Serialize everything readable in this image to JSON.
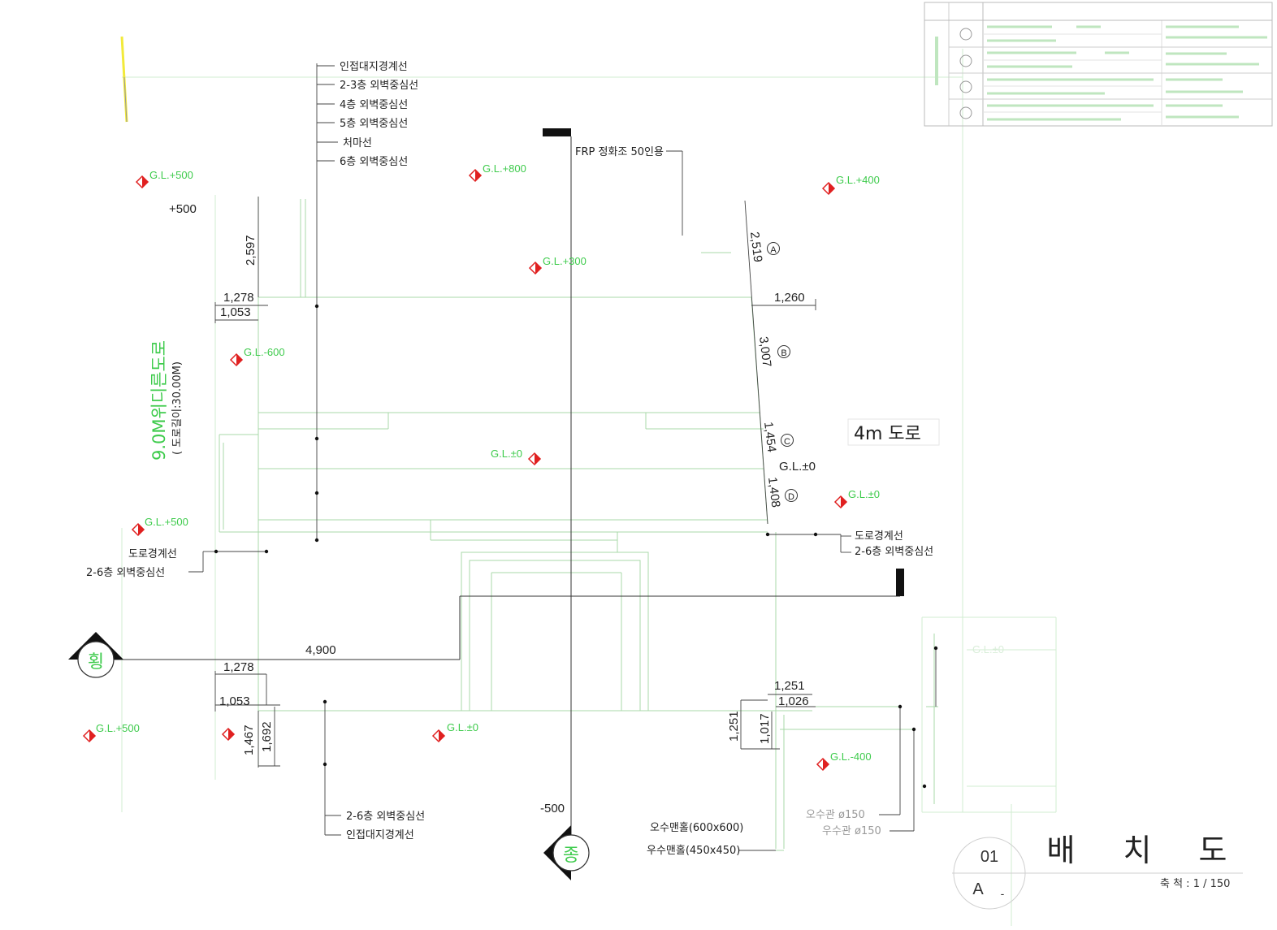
{
  "title": {
    "number": "01",
    "sub": "A",
    "dash": "-",
    "name_chars": [
      "배",
      "치",
      "도"
    ],
    "scale": "축 척 : 1 / 150"
  },
  "roads": {
    "main_road": "9.0M위디른도로",
    "main_road_sub": "( 도로길이:30.00M)",
    "side_road": "4m 도로"
  },
  "grid_markers": {
    "horizontal": "횡",
    "vertical": "종"
  },
  "column_labels": [
    "A",
    "B",
    "C",
    "D"
  ],
  "legend_top": [
    "인접대지경계선",
    "2-3층 외벽중심선",
    "4층 외벽중심선",
    "5층 외벽중심선",
    "처마선",
    "6층 외벽중심선"
  ],
  "legend_bottom": [
    "2-6층 외벽중심선",
    "인접대지경계선"
  ],
  "legend_left": [
    "도로경계선",
    "2-6층 외벽중심선"
  ],
  "legend_right": [
    "도로경계선",
    "2-6층 외벽중심선"
  ],
  "notes": {
    "frp": "FRP 정화조 50인용",
    "manhole_1": "오수맨홀(600x600)",
    "manhole_2": "우수맨홀(450x450)",
    "pipe_1": "오수관 ø150",
    "pipe_2": "우수관 ø150",
    "level_plus500": "+500",
    "level_minus500": "-500"
  },
  "gl_markers": [
    "G.L.+500",
    "G.L.+800",
    "G.L.+400",
    "G.L.+300",
    "G.L.-600",
    "G.L.±0",
    "G.L.+500",
    "G.L.±0",
    "G.L.±0",
    "G.L.+500",
    "G.L.±0",
    "G.L.-400",
    "G.L.±0"
  ],
  "dimensions": {
    "d2597": "2,597",
    "d1278a": "1,278",
    "d1053a": "1,053",
    "d2519": "2,519",
    "d1260": "1,260",
    "d3007": "3,007",
    "d1454": "1,454",
    "d1408": "1,408",
    "d4900": "4,900",
    "d1278b": "1,278",
    "d1053b": "1,053",
    "d1467": "1,467",
    "d1692": "1,692",
    "d1251a": "1,251",
    "d1026": "1,026",
    "d1251b": "1,251",
    "d1017": "1,017"
  },
  "colors": {
    "accent_green": "#3ecb4c",
    "marker_red": "#e02020",
    "line_green": "#a9d8a9",
    "ink": "#222222",
    "yellow": "#f2ea3a"
  }
}
